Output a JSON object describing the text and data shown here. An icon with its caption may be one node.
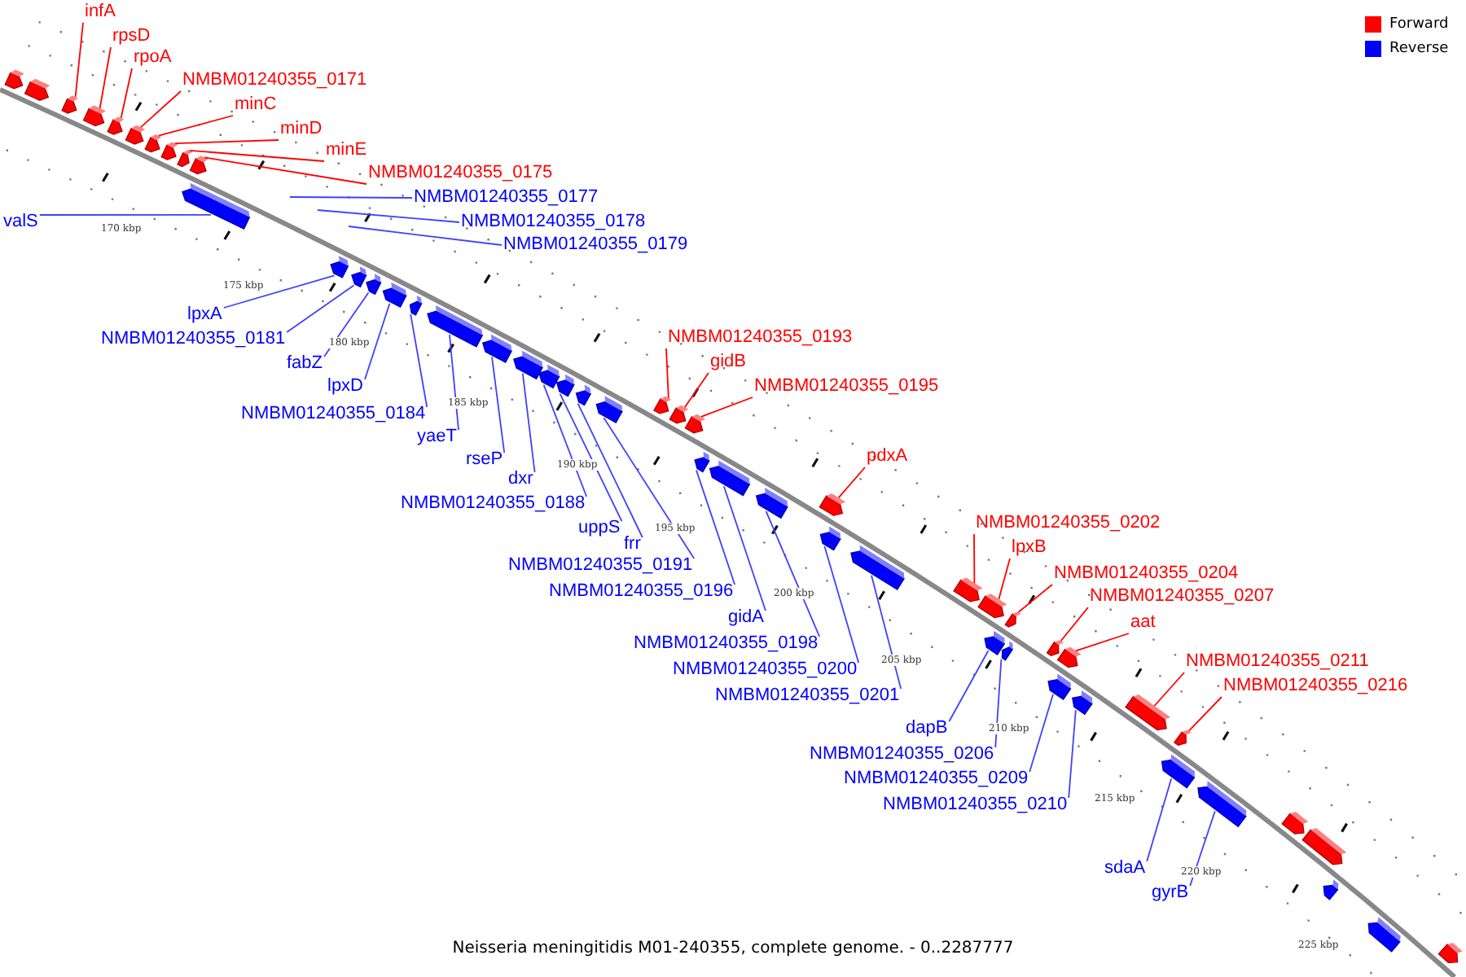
{
  "diagram": {
    "caption": "Neisseria meningitidis M01-240355, complete genome. - 0..2287777",
    "nodes": [
      {
        "text": [
          "infA"
        ]
      },
      {
        "text": [
          "rpsD"
        ]
      },
      {
        "text": [
          "rpoA"
        ]
      },
      {
        "text": [
          "NMBM01240355_0171"
        ]
      },
      {
        "text": [
          "minC"
        ]
      },
      {
        "text": [
          "minD"
        ]
      },
      {
        "text": [
          "minE"
        ]
      },
      {
        "text": [
          "NMBM01240355_0175"
        ]
      },
      {
        "text": [
          "valS"
        ]
      },
      {
        "text": [
          "NMBM01240355_0177"
        ]
      },
      {
        "text": [
          "NMBM01240355_0178"
        ]
      },
      {
        "text": [
          "NMBM01240355_0179"
        ]
      },
      {
        "text": [
          "lpxA"
        ]
      },
      {
        "text": [
          "NMBM01240355_0181"
        ]
      },
      {
        "text": [
          "fabZ"
        ]
      },
      {
        "text": [
          "lpxD"
        ]
      },
      {
        "text": [
          "NMBM01240355_0184"
        ]
      },
      {
        "text": [
          "yaeT"
        ]
      },
      {
        "text": [
          "rseP"
        ]
      },
      {
        "text": [
          "dxr"
        ]
      },
      {
        "text": [
          "NMBM01240355_0188"
        ]
      },
      {
        "text": [
          "uppS"
        ]
      },
      {
        "text": [
          "frr"
        ]
      },
      {
        "text": [
          "NMBM01240355_0191"
        ]
      },
      {
        "text": [
          "NMBM01240355_0193"
        ]
      },
      {
        "text": [
          "gidB"
        ]
      },
      {
        "text": [
          "NMBM01240355_0195"
        ]
      },
      {
        "text": [
          "NMBM01240355_0196"
        ]
      },
      {
        "text": [
          "pdxA"
        ]
      },
      {
        "text": [
          "gidA"
        ]
      },
      {
        "text": [
          "NMBM01240355_0198"
        ]
      },
      {
        "text": [
          "NMBM01240355_0200"
        ]
      },
      {
        "text": [
          "NMBM01240355_0201"
        ]
      },
      {
        "text": [
          "NMBM01240355_0202"
        ]
      },
      {
        "text": [
          "lpxB"
        ]
      },
      {
        "text": [
          "NMBM01240355_0204"
        ]
      },
      {
        "text": [
          "NMBM01240355_0207"
        ]
      },
      {
        "text": [
          "aat"
        ]
      },
      {
        "text": [
          "NMBM01240355_0211"
        ]
      },
      {
        "text": [
          "NMBM01240355_0216"
        ]
      },
      {
        "text": [
          "dapB"
        ]
      },
      {
        "text": [
          "NMBM01240355_0206"
        ]
      },
      {
        "text": [
          "NMBM01240355_0209"
        ]
      },
      {
        "text": [
          "NMBM01240355_0210"
        ]
      },
      {
        "text": [
          "sdaA"
        ]
      },
      {
        "text": [
          "gyrB"
        ]
      },
      {
        "text": [],
        "shape": "box"
      },
      {
        "text": [],
        "shape": "box"
      },
      {
        "text": [],
        "shape": "box"
      },
      {
        "text": [],
        "shape": "box"
      },
      {
        "text": [],
        "shape": "box"
      },
      {
        "text": [],
        "shape": "box"
      },
      {
        "text": [],
        "shape": "box"
      },
      {
        "text": [],
        "shape": "box"
      },
      {
        "text": [],
        "shape": "box"
      },
      {
        "text": [],
        "shape": "box"
      },
      {
        "text": [],
        "shape": "box"
      },
      {
        "text": [],
        "shape": "box"
      },
      {
        "text": [],
        "shape": "box"
      },
      {
        "text": [],
        "shape": "box"
      },
      {
        "text": [],
        "shape": "box"
      },
      {
        "text": [],
        "shape": "box"
      },
      {
        "text": [],
        "shape": "box"
      },
      {
        "text": [],
        "shape": "box"
      },
      {
        "text": [],
        "shape": "box"
      },
      {
        "text": [],
        "shape": "box"
      },
      {
        "text": [],
        "shape": "box"
      },
      {
        "text": [],
        "shape": "box"
      },
      {
        "text": [],
        "shape": "box"
      },
      {
        "text": [],
        "shape": "box"
      },
      {
        "text": [],
        "shape": "box"
      },
      {
        "text": [],
        "shape": "box"
      },
      {
        "text": [],
        "shape": "box"
      },
      {
        "text": [],
        "shape": "box"
      },
      {
        "text": [],
        "shape": "box"
      },
      {
        "text": [],
        "shape": "box"
      },
      {
        "text": [],
        "shape": "box"
      },
      {
        "text": [],
        "shape": "box"
      },
      {
        "text": [],
        "shape": "box"
      },
      {
        "text": [],
        "shape": "box"
      },
      {
        "text": [],
        "shape": "box"
      },
      {
        "text": [],
        "shape": "box"
      },
      {
        "text": [],
        "shape": "box"
      },
      {
        "text": [],
        "shape": "box"
      },
      {
        "text": [],
        "shape": "box"
      },
      {
        "text": [],
        "shape": "box"
      },
      {
        "text": [],
        "shape": "box"
      },
      {
        "text": [],
        "shape": "box"
      },
      {
        "text": [],
        "shape": "box"
      },
      {
        "text": [],
        "shape": "box"
      },
      {
        "text": [],
        "shape": "box"
      },
      {
        "text": [],
        "shape": "box"
      },
      {
        "text": [],
        "shape": "box"
      },
      {
        "text": [],
        "shape": "box"
      },
      {
        "text": [],
        "shape": "box"
      },
      {
        "text": [],
        "shape": "box"
      }
    ],
    "edges": [
      {
        "from": 0,
        "to": 46,
        "arrow": "none",
        "color": "#ff0000"
      },
      {
        "from": 1,
        "to": 47,
        "arrow": "none",
        "color": "#ff0000"
      },
      {
        "from": 2,
        "to": 48,
        "arrow": "none",
        "color": "#ff0000"
      },
      {
        "from": 3,
        "to": 49,
        "arrow": "none",
        "color": "#ff0000"
      },
      {
        "from": 4,
        "to": 50,
        "arrow": "none",
        "color": "#ff0000"
      },
      {
        "from": 5,
        "to": 51,
        "arrow": "none",
        "color": "#ff0000"
      },
      {
        "from": 6,
        "to": 52,
        "arrow": "none",
        "color": "#ff0000"
      },
      {
        "from": 7,
        "to": 53,
        "arrow": "none",
        "color": "#ff0000"
      },
      {
        "from": 8,
        "to": 54,
        "arrow": "none"
      },
      {
        "from": 9,
        "to": null,
        "arrow": "none"
      },
      {
        "from": 10,
        "to": null,
        "arrow": "none"
      },
      {
        "from": 11,
        "to": null,
        "arrow": "none"
      },
      {
        "from": 12,
        "to": 55,
        "arrow": "none"
      },
      {
        "from": 13,
        "to": 56,
        "arrow": "none"
      },
      {
        "from": 14,
        "to": 57,
        "arrow": "none"
      },
      {
        "from": 15,
        "to": 58,
        "arrow": "none"
      },
      {
        "from": 16,
        "to": 59,
        "arrow": "none"
      },
      {
        "from": 17,
        "to": 60,
        "arrow": "none"
      },
      {
        "from": 18,
        "to": 61,
        "arrow": "none"
      },
      {
        "from": 19,
        "to": 62,
        "arrow": "none"
      },
      {
        "from": 20,
        "to": 63,
        "arrow": "none"
      },
      {
        "from": 21,
        "to": 64,
        "arrow": "none"
      },
      {
        "from": 22,
        "to": 65,
        "arrow": "none"
      },
      {
        "from": 23,
        "to": 66,
        "arrow": "none"
      },
      {
        "from": 24,
        "to": 67,
        "arrow": "none",
        "color": "#ff0000"
      },
      {
        "from": 25,
        "to": 68,
        "arrow": "none",
        "color": "#ff0000"
      },
      {
        "from": 26,
        "to": 69,
        "arrow": "none",
        "color": "#ff0000"
      },
      {
        "from": 27,
        "to": 70,
        "arrow": "none"
      },
      {
        "from": 28,
        "to": 71,
        "arrow": "none",
        "color": "#ff0000"
      },
      {
        "from": 29,
        "to": 72,
        "arrow": "none"
      },
      {
        "from": 30,
        "to": 73,
        "arrow": "none"
      },
      {
        "from": 31,
        "to": 74,
        "arrow": "none"
      },
      {
        "from": 32,
        "to": 75,
        "arrow": "none"
      },
      {
        "from": 33,
        "to": 76,
        "arrow": "none",
        "color": "#ff0000"
      },
      {
        "from": 34,
        "to": 77,
        "arrow": "none",
        "color": "#ff0000"
      },
      {
        "from": 35,
        "to": 78,
        "arrow": "none",
        "color": "#ff0000"
      },
      {
        "from": 36,
        "to": 79,
        "arrow": "none",
        "color": "#ff0000"
      },
      {
        "from": 37,
        "to": 80,
        "arrow": "none",
        "color": "#ff0000"
      },
      {
        "from": 38,
        "to": 81,
        "arrow": "none",
        "color": "#ff0000"
      },
      {
        "from": 39,
        "to": 82,
        "arrow": "none",
        "color": "#ff0000"
      },
      {
        "from": 40,
        "to": 83,
        "arrow": "none"
      },
      {
        "from": 41,
        "to": 84,
        "arrow": "none"
      },
      {
        "from": 42,
        "to": 85,
        "arrow": "none"
      },
      {
        "from": 43,
        "to": 86,
        "arrow": "none"
      },
      {
        "from": 44,
        "to": 87,
        "arrow": "none"
      },
      {
        "from": 45,
        "to": 88,
        "arrow": "none"
      }
    ],
    "labels": [
      "170 kbp",
      "175 kbp",
      "180 kbp",
      "185 kbp",
      "190 kbp",
      "195 kbp",
      "200 kbp",
      "205 kbp",
      "210 kbp",
      "215 kbp",
      "220 kbp",
      "225 kbp"
    ],
    "legend": [
      {
        "text": "Forward",
        "color": "#ff0000"
      },
      {
        "text": "Reverse",
        "color": "#0000ff"
      }
    ]
  }
}
